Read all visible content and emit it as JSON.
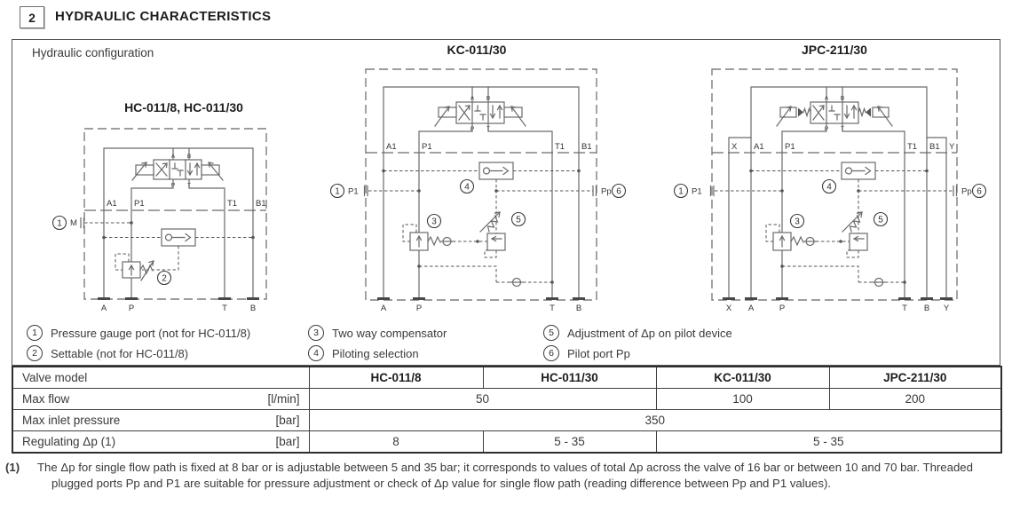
{
  "header": {
    "section_number": "2",
    "section_title": "HYDRAULIC CHARACTERISTICS"
  },
  "panel": {
    "label": "Hydraulic configuration",
    "diagrams": [
      {
        "title": "HC-011/8, HC-011/30",
        "valve_ports": [
          "A",
          "B",
          "P",
          "T"
        ],
        "mid_ports": [
          "A1",
          "P1",
          "T1",
          "B1"
        ],
        "bottom_ports": [
          "A",
          "P",
          "T",
          "B"
        ],
        "left_callout": "1",
        "left_port": "M",
        "callouts": {
          "settable": "2"
        }
      },
      {
        "title": "KC-011/30",
        "valve_ports": [
          "A",
          "B",
          "P",
          "T"
        ],
        "mid_ports": [
          "A1",
          "P1",
          "T1",
          "B1"
        ],
        "bottom_ports": [
          "A",
          "P",
          "T",
          "B"
        ],
        "left_callout": "1",
        "left_port": "P1",
        "right_port": "Pp",
        "right_callout": "6",
        "callouts": {
          "compensator": "3",
          "piloting": "4",
          "adjustment": "5"
        }
      },
      {
        "title": "JPC-211/30",
        "valve_ports": [
          "A",
          "B",
          "P",
          "T"
        ],
        "mid_ports": [
          "X",
          "A1",
          "P1",
          "T1",
          "B1",
          "Y"
        ],
        "bottom_ports": [
          "X",
          "A",
          "P",
          "T",
          "B",
          "Y"
        ],
        "left_callout": "1",
        "left_port": "P1",
        "right_port": "Pp",
        "right_callout": "6",
        "callouts": {
          "compensator": "3",
          "piloting": "4",
          "adjustment": "5"
        }
      }
    ],
    "legend": [
      {
        "num": "1",
        "text": "Pressure gauge port (not for HC-011/8)"
      },
      {
        "num": "2",
        "text": "Settable (not for HC-011/8)"
      },
      {
        "num": "3",
        "text": "Two way compensator"
      },
      {
        "num": "4",
        "text": "Piloting selection"
      },
      {
        "num": "5",
        "text": "Adjustment of Δp on pilot device"
      },
      {
        "num": "6",
        "text": "Pilot port Pp"
      }
    ]
  },
  "table": {
    "header_label": "Valve model",
    "models": [
      "HC-011/8",
      "HC-011/30",
      "KC-011/30",
      "JPC-211/30"
    ],
    "rows": [
      {
        "label": "Max flow",
        "unit": "[l/min]",
        "v1": "50",
        "v2": "100",
        "v3": "200"
      },
      {
        "label": "Max inlet pressure",
        "unit": "[bar]",
        "v1": "350"
      },
      {
        "label": "Regulating Δp (1)",
        "unit": "[bar]",
        "v1": "8",
        "v2": "5 - 35",
        "v3": "5 - 35"
      }
    ]
  },
  "footnote": {
    "marker": "(1)",
    "text": "The Δp for single flow path is fixed at 8 bar or is adjustable between 5 and 35 bar; it corresponds to values of total Δp across the valve of 16 bar or between 10 and 70 bar. Threaded plugged ports Pp and P1 are suitable for pressure adjustment or check of Δp value for single flow path (reading difference between Pp and P1 values)."
  },
  "colors": {
    "ink": "#3a3a3a",
    "line": "#6a6a6a",
    "border": "#565656"
  }
}
